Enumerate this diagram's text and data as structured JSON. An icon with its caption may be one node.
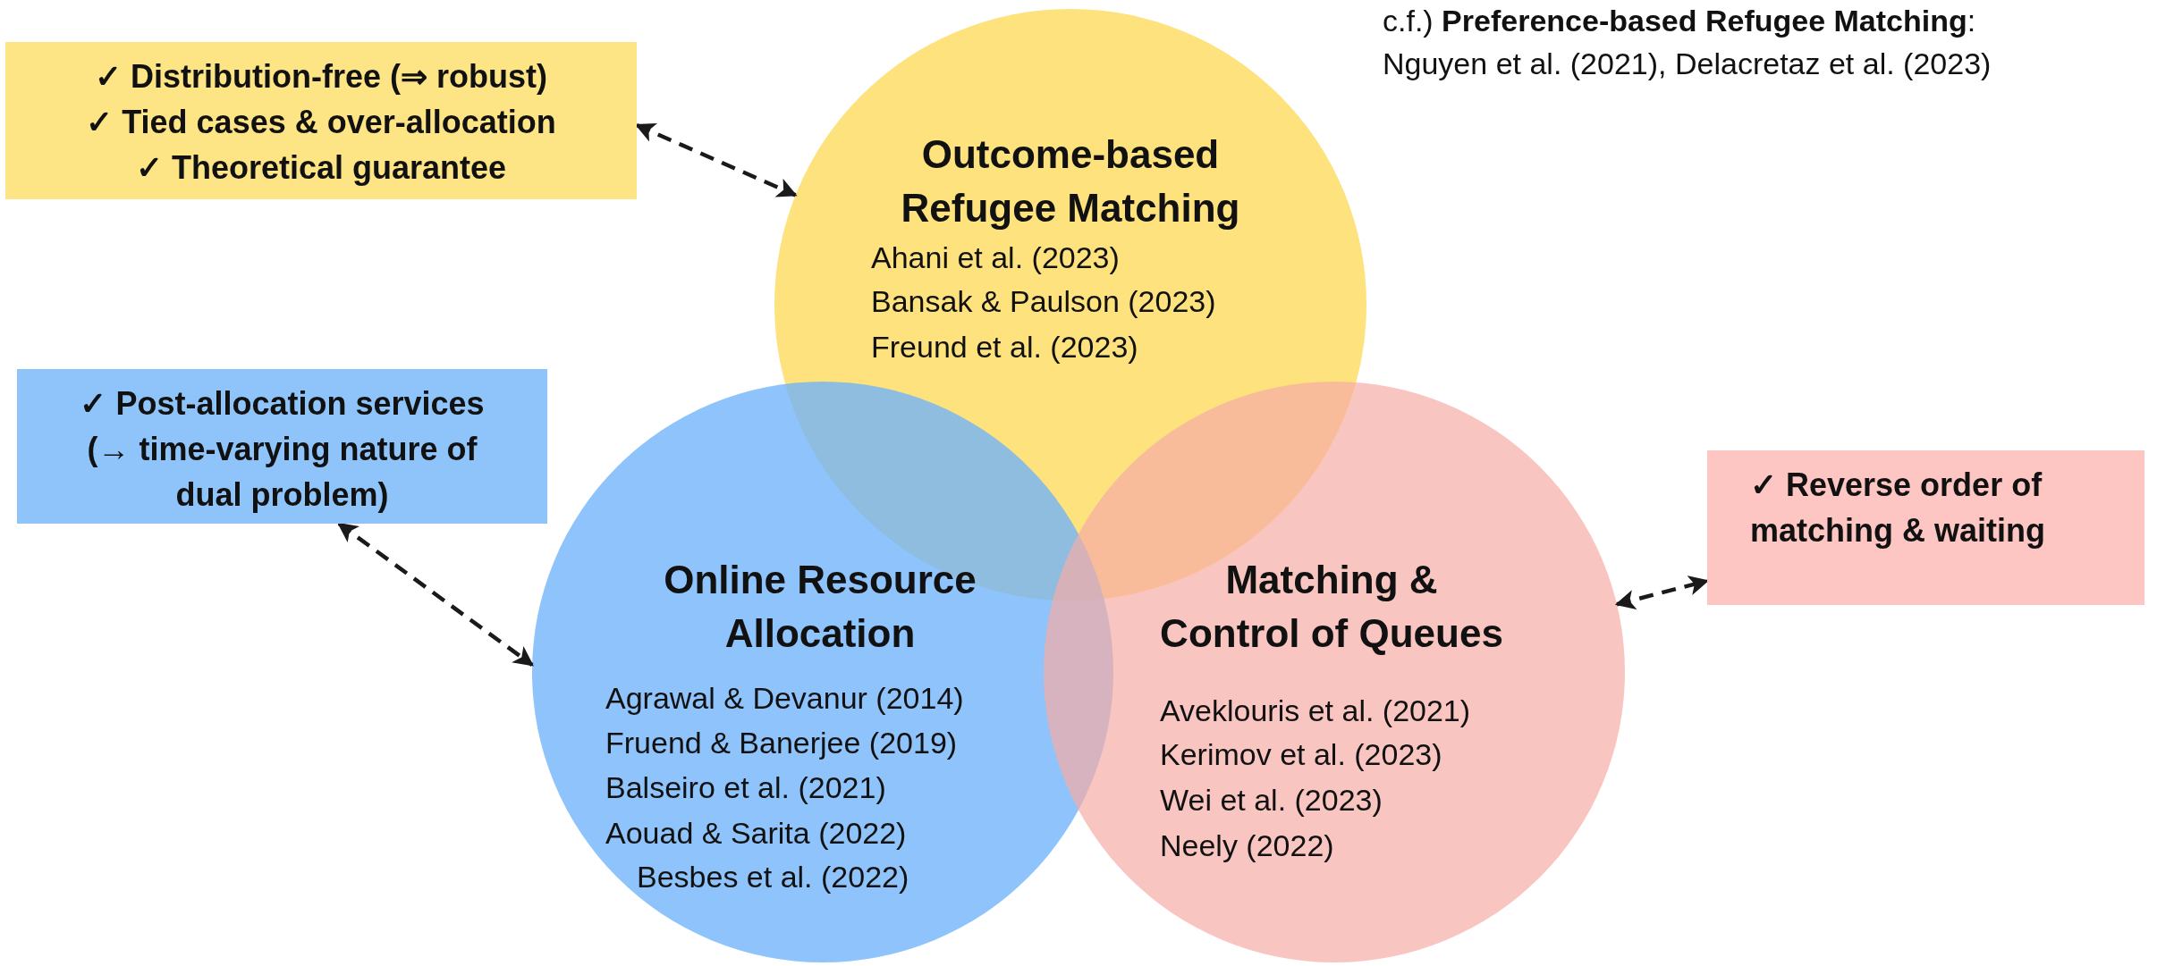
{
  "diagram": {
    "nodes": [
      {
        "text": [
          "✓ Distribution-free (⇒ robust)",
          "✓ Tied cases & over-allocation",
          "✓ Theoretical guarantee"
        ]
      },
      {
        "text": [
          "Outcome-based Refugee Matching",
          "Ahani et al. (2023)",
          "Bansak & Paulson (2023)",
          "Freund et al. (2023)"
        ]
      },
      {
        "text": [
          "✓ Post-allocation services (→ time-varying nature of dual problem)"
        ]
      },
      {
        "text": [
          "Online Resource Allocation",
          "Agrawal & Devanur (2014)",
          "Fruend & Banerjee (2019)",
          "Balseiro et al. (2021)",
          "Aouad & Sarita (2022)",
          "Besbes et al. (2022)"
        ]
      },
      {
        "text": [
          "Matching & Control of Queues",
          "Aveklouris et al. (2021)",
          "Kerimov et al. (2023)",
          "Wei et al. (2023)",
          "Neely (2022)"
        ]
      },
      {
        "text": [
          "✓ Reverse order of matching & waiting"
        ]
      }
    ],
    "edges": [
      {
        "from": 0,
        "to": 1,
        "arrow": "both",
        "style": "dashed"
      },
      {
        "from": 2,
        "to": 3,
        "arrow": "both",
        "style": "dashed"
      },
      {
        "from": 4,
        "to": 5,
        "arrow": "both",
        "style": "dashed"
      }
    ],
    "labels": [
      "c.f.) **Preference-based Refugee Matching**:",
      "Nguyen et al. (2021), Delacretaz et al. (2023)"
    ]
  }
}
